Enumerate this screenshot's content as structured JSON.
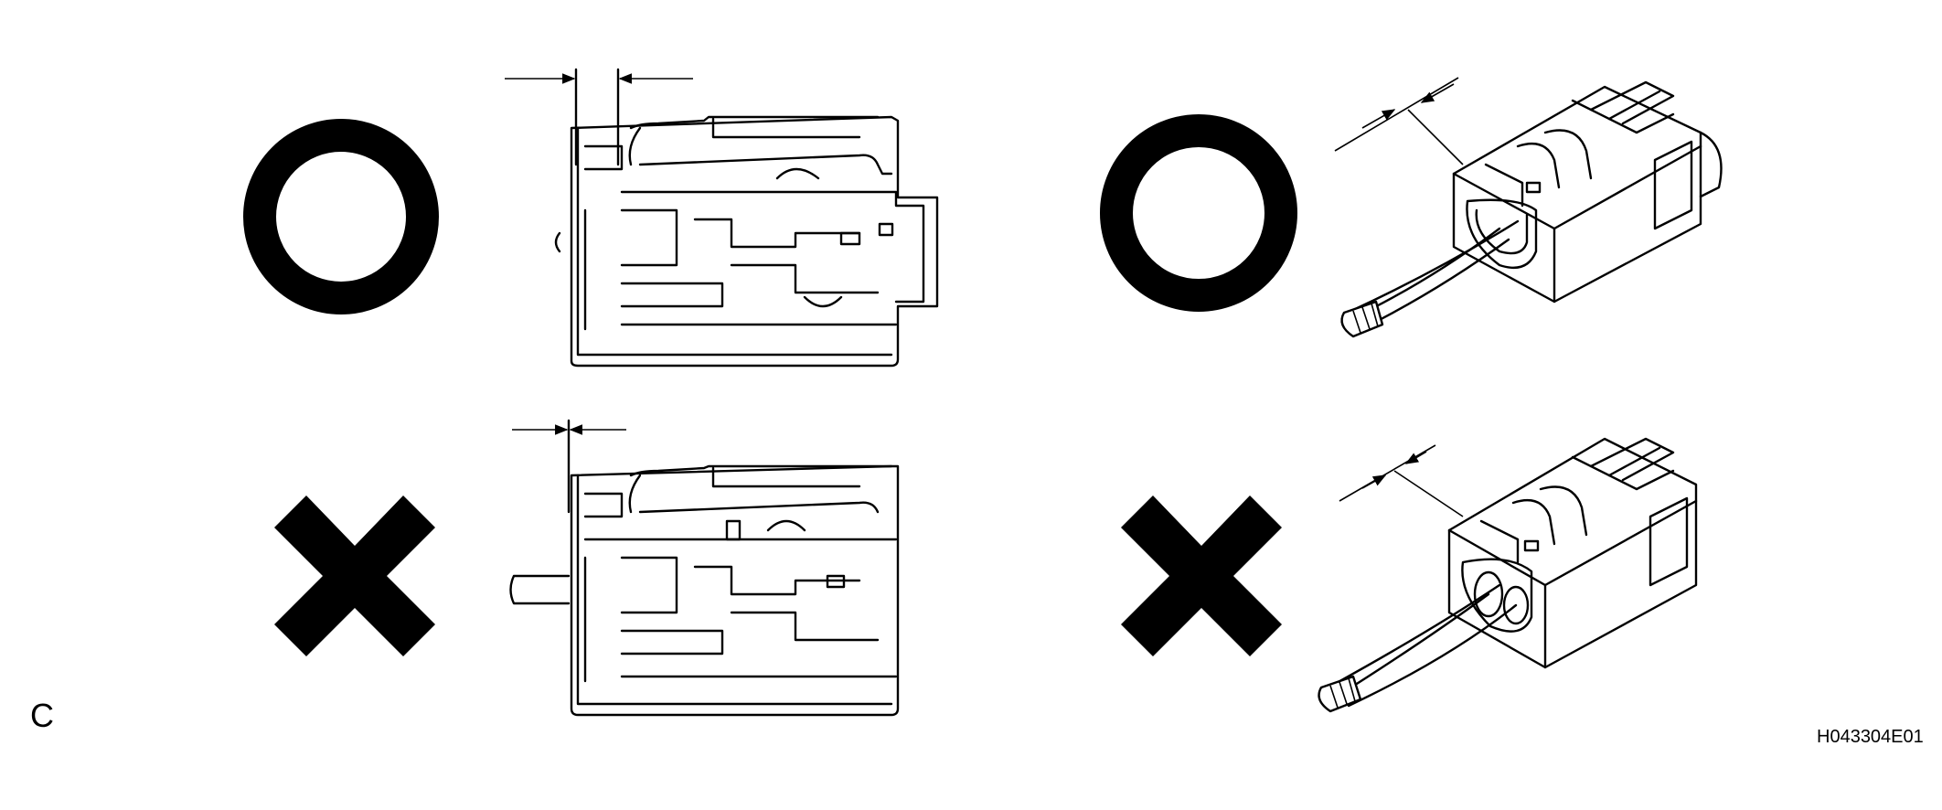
{
  "panel_label": "C",
  "figure_id": "H043304E01",
  "symbols": {
    "correct": "circle-o-icon",
    "incorrect": "cross-x-icon"
  },
  "views": [
    {
      "row": "top",
      "status": "correct",
      "drawing": "connector-side-section"
    },
    {
      "row": "top",
      "status": "correct",
      "drawing": "connector-isometric"
    },
    {
      "row": "bottom",
      "status": "incorrect",
      "drawing": "connector-side-section"
    },
    {
      "row": "bottom",
      "status": "incorrect",
      "drawing": "connector-isometric"
    }
  ]
}
